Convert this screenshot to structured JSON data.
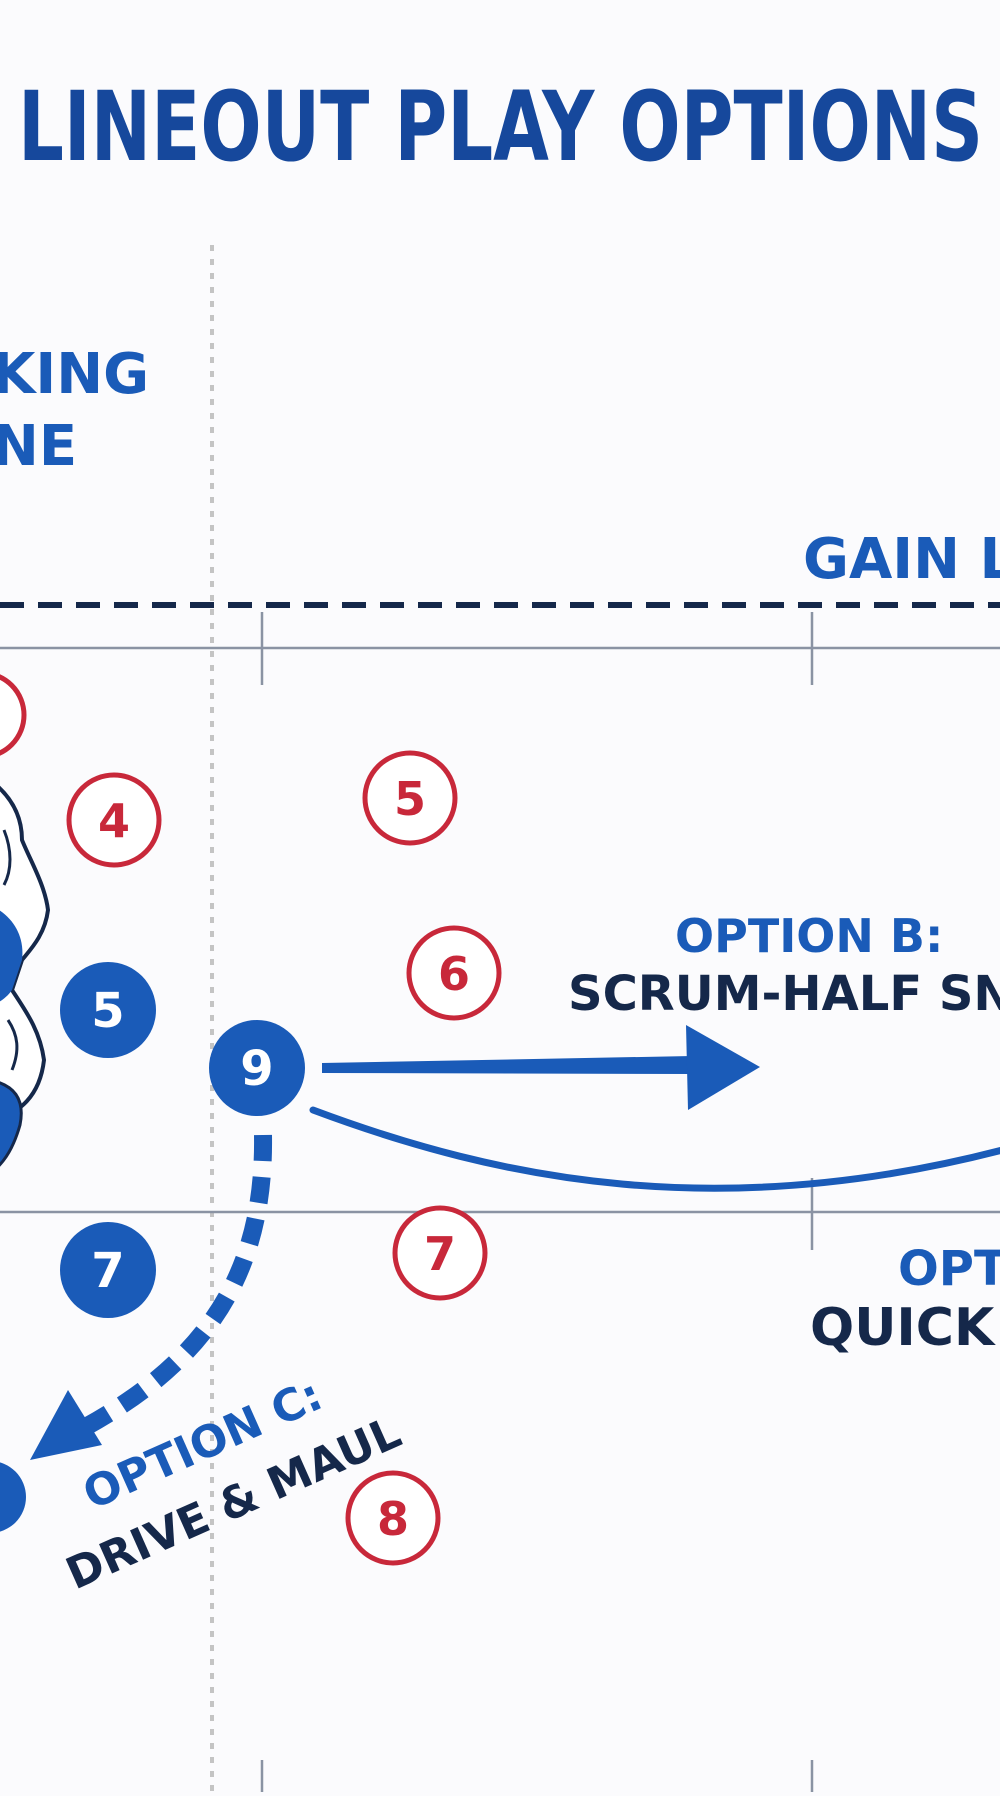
{
  "title": "LINEOUT PLAY OPTIONS",
  "labels": {
    "attacking_line_1": "KING",
    "attacking_line_2": "NE",
    "gain_line": "GAIN LI",
    "option_b_label": "OPTION B:",
    "option_b_desc": "SCRUM-HALF SNIPE",
    "option_a_label": "OPTI",
    "option_a_desc": "QUICK B",
    "option_c_label": "OPTION C:",
    "option_c_desc": "DRIVE & MAUL"
  },
  "attack_players": [
    {
      "id": "p5",
      "number": "5"
    },
    {
      "id": "p7",
      "number": "7"
    },
    {
      "id": "p9",
      "number": "9"
    }
  ],
  "defence_players": [
    {
      "id": "d4",
      "number": "4"
    },
    {
      "id": "d5",
      "number": "5"
    },
    {
      "id": "d6",
      "number": "6"
    },
    {
      "id": "d7",
      "number": "7"
    },
    {
      "id": "d8",
      "number": "8"
    }
  ],
  "colors": {
    "attack_blue": "#1a5bb8",
    "defence_red": "#c8283a",
    "title_blue": "#16489c",
    "dark_navy": "#15284a",
    "field_line": "#8a93a3",
    "dotted_line": "#c4c4c4"
  }
}
